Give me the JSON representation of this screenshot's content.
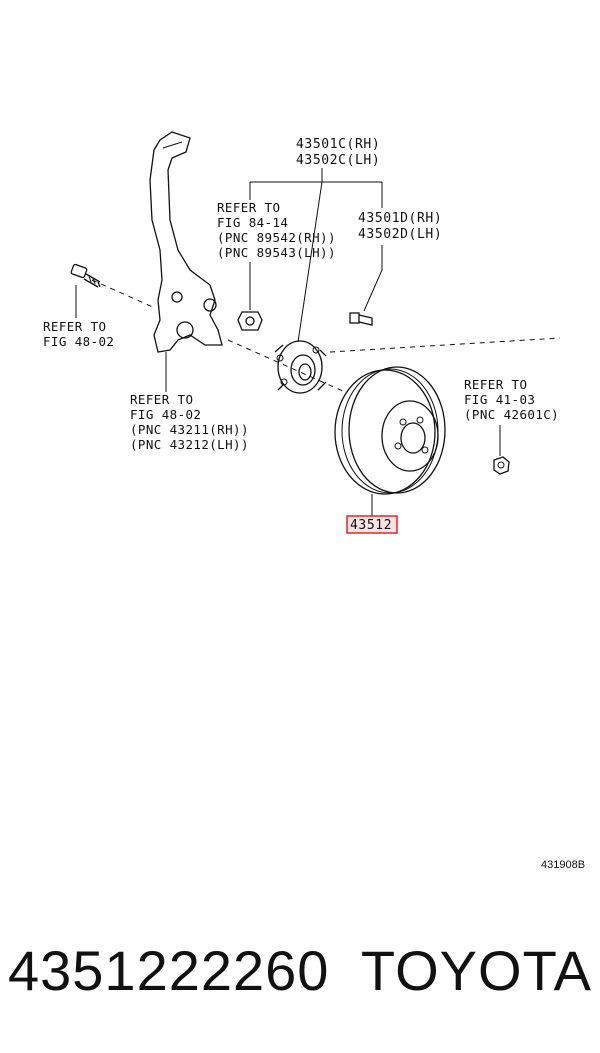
{
  "callouts": {
    "hub_assy": [
      "43501C(RH)",
      "43502C(LH)"
    ],
    "bolt": [
      "43501D(RH)",
      "43502D(LH)"
    ],
    "ref_nut": [
      "REFER TO",
      "FIG 84-14",
      "(PNC 89542(RH))",
      "(PNC 89543(LH))"
    ],
    "ref_left_bolt": [
      "REFER TO",
      "FIG 48-02"
    ],
    "ref_knuckle": [
      "REFER TO",
      "FIG 48-02",
      "(PNC 43211(RH))",
      "(PNC 43212(LH))"
    ],
    "ref_wheel_nut": [
      "REFER TO",
      "FIG 41-03",
      "(PNC 42601C)"
    ],
    "highlighted_part": "43512"
  },
  "figure_code": "431908B",
  "footer": {
    "part_number": "4351222260",
    "brand": "TOYOTA"
  },
  "colors": {
    "highlight_border": "#e0262a",
    "highlight_fill": "#fbe3e3",
    "line": "#111111"
  }
}
